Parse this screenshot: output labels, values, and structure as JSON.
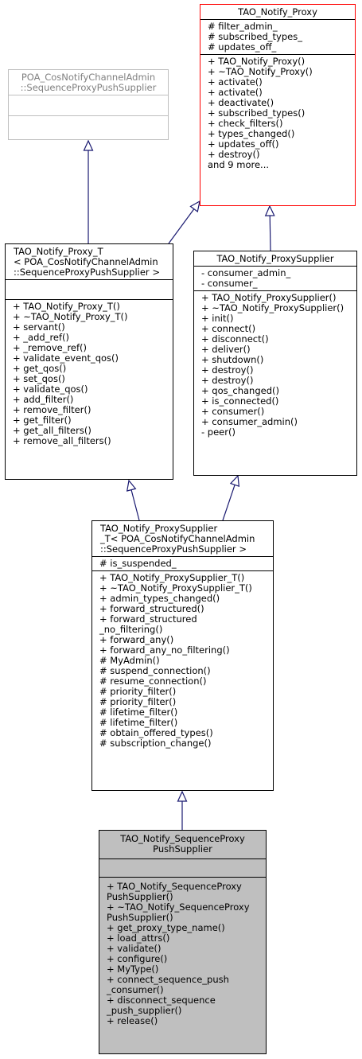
{
  "classes": [
    {
      "id": "tao_notify_proxy",
      "style": "red",
      "title": [
        "TAO_Notify_Proxy"
      ],
      "attributes": [
        "# filter_admin_",
        "# subscribed_types_",
        "# updates_off_"
      ],
      "methods": [
        "+ TAO_Notify_Proxy()",
        "+ ~TAO_Notify_Proxy()",
        "+ activate()",
        "+ activate()",
        "+ deactivate()",
        "+ subscribed_types()",
        "+ check_filters()",
        "+ types_changed()",
        "+ updates_off()",
        "+ destroy()",
        "and 9 more..."
      ]
    },
    {
      "id": "poa_sequence_proxy_push_supplier",
      "style": "gray",
      "title": [
        "POA_CosNotifyChannelAdmin",
        "::SequenceProxyPushSupplier"
      ],
      "attributes": [],
      "methods": []
    },
    {
      "id": "tao_notify_proxy_t",
      "style": "normal",
      "title": [
        "TAO_Notify_Proxy_T",
        "< POA_CosNotifyChannelAdmin",
        "::SequenceProxyPushSupplier >"
      ],
      "attributes": [],
      "methods": [
        "+ TAO_Notify_Proxy_T()",
        "+ ~TAO_Notify_Proxy_T()",
        "+ servant()",
        "+ _add_ref()",
        "+ _remove_ref()",
        "+ validate_event_qos()",
        "+ get_qos()",
        "+ set_qos()",
        "+ validate_qos()",
        "+ add_filter()",
        "+ remove_filter()",
        "+ get_filter()",
        "+ get_all_filters()",
        "+ remove_all_filters()"
      ]
    },
    {
      "id": "tao_notify_proxysupplier",
      "style": "normal",
      "title": [
        "TAO_Notify_ProxySupplier"
      ],
      "attributes": [
        "- consumer_admin_",
        "- consumer_"
      ],
      "methods": [
        "+ TAO_Notify_ProxySupplier()",
        "+ ~TAO_Notify_ProxySupplier()",
        "+ init()",
        "+ connect()",
        "+ disconnect()",
        "+ deliver()",
        "+ shutdown()",
        "+ destroy()",
        "+ destroy()",
        "+ qos_changed()",
        "+ is_connected()",
        "+ consumer()",
        "+ consumer_admin()",
        "- peer()"
      ]
    },
    {
      "id": "tao_notify_proxysupplier_t",
      "style": "normal",
      "title": [
        "TAO_Notify_ProxySupplier",
        "_T< POA_CosNotifyChannelAdmin",
        "::SequenceProxyPushSupplier >"
      ],
      "attributes": [
        "# is_suspended_"
      ],
      "methods": [
        "+ TAO_Notify_ProxySupplier_T()",
        "+ ~TAO_Notify_ProxySupplier_T()",
        "+ admin_types_changed()",
        "+ forward_structured()",
        "+ forward_structured",
        "_no_filtering()",
        "+ forward_any()",
        "+ forward_any_no_filtering()",
        "# MyAdmin()",
        "# suspend_connection()",
        "# resume_connection()",
        "# priority_filter()",
        "# priority_filter()",
        "# lifetime_filter()",
        "# lifetime_filter()",
        "# obtain_offered_types()",
        "# subscription_change()"
      ]
    },
    {
      "id": "tao_notify_sequenceproxy_pushsupplier",
      "style": "current",
      "title": [
        "TAO_Notify_SequenceProxy",
        "PushSupplier"
      ],
      "attributes": [],
      "methods": [
        "+ TAO_Notify_SequenceProxy",
        "PushSupplier()",
        "+ ~TAO_Notify_SequenceProxy",
        "PushSupplier()",
        "+ get_proxy_type_name()",
        "+ load_attrs()",
        "+ validate()",
        "+ configure()",
        "+ MyType()",
        "+ connect_sequence_push",
        "_consumer()",
        "+ disconnect_sequence",
        "_push_supplier()",
        "+ release()"
      ]
    }
  ],
  "edges": [
    {
      "from": "tao_notify_proxy_t",
      "to": "poa_sequence_proxy_push_supplier",
      "kind": "inheritance"
    },
    {
      "from": "tao_notify_proxy_t",
      "to": "tao_notify_proxy",
      "kind": "inheritance"
    },
    {
      "from": "tao_notify_proxysupplier",
      "to": "tao_notify_proxy",
      "kind": "inheritance"
    },
    {
      "from": "tao_notify_proxysupplier_t",
      "to": "tao_notify_proxy_t",
      "kind": "inheritance"
    },
    {
      "from": "tao_notify_proxysupplier_t",
      "to": "tao_notify_proxysupplier",
      "kind": "inheritance"
    },
    {
      "from": "tao_notify_sequenceproxy_pushsupplier",
      "to": "tao_notify_proxysupplier_t",
      "kind": "inheritance"
    }
  ]
}
